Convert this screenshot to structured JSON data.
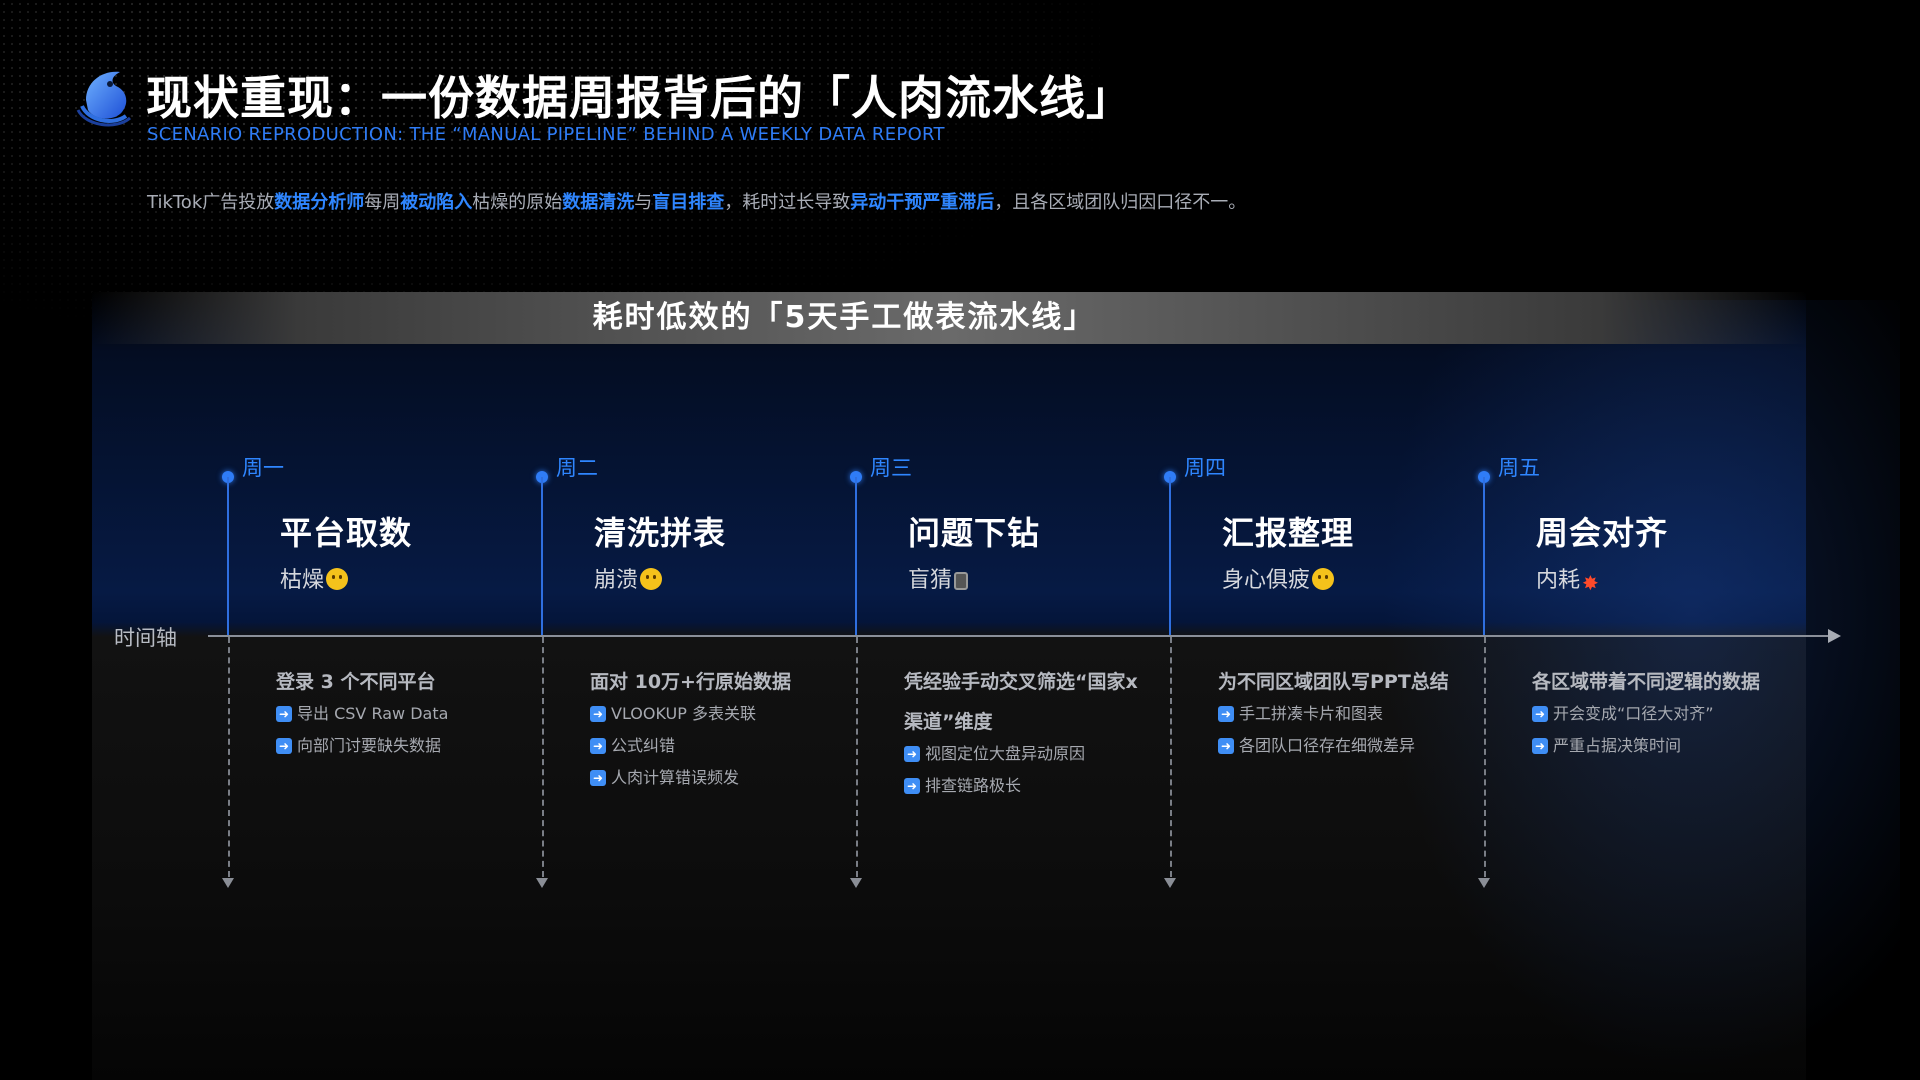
{
  "header": {
    "title": "现状重现：一份数据周报背后的「人肉流水线」",
    "subtitle": "SCENARIO REPRODUCTION: THE “MANUAL PIPELINE” BEHIND A WEEKLY DATA REPORT",
    "logo_icon": "blue-bird-logo-icon"
  },
  "intro": {
    "p1": "TikTok广告投放",
    "h1": "数据分析师",
    "p2": "每周",
    "h2": "被动陷入",
    "p3": "枯燥的原始",
    "h3": "数据清洗",
    "p4": "与",
    "h4": "盲目排查",
    "p5": "，耗时过长导致",
    "h5": "异动干预严重滞后",
    "p6": "，且各区域团队归因口径不一。"
  },
  "banner": {
    "title": "耗时低效的「5天手工做表流水线」"
  },
  "timeline": {
    "axis_label": "时间轴",
    "accent_color": "#2f7cf6",
    "columns": [
      {
        "day": "周一",
        "stage": "平台取数",
        "mood": "枯燥",
        "emoji": "thinking-face-icon",
        "desc": "登录 3 个不同平台",
        "bullets": [
          "导出 CSV Raw Data",
          "向部门讨要缺失数据"
        ]
      },
      {
        "day": "周二",
        "stage": "清洗拼表",
        "mood": "崩溃",
        "emoji": "exploding-head-icon",
        "desc": "面对 10万+行原始数据",
        "bullets": [
          "VLOOKUP 多表关联",
          "公式纠错",
          "人肉计算错误频发"
        ]
      },
      {
        "day": "周三",
        "stage": "问题下钻",
        "mood": "盲猜",
        "emoji": "watch-icon",
        "desc": "凭经验手动交叉筛选“国家x渠道”维度",
        "bullets": [
          "视图定位大盘异动原因",
          "排查链路极长"
        ]
      },
      {
        "day": "周四",
        "stage": "汇报整理",
        "mood": "身心俱疲",
        "emoji": "tired-face-icon",
        "desc": "为不同区域团队写PPT总结",
        "bullets": [
          "手工拼凑卡片和图表",
          "各团队口径存在细微差异"
        ]
      },
      {
        "day": "周五",
        "stage": "周会对齐",
        "mood": "内耗",
        "emoji": "collision-icon",
        "desc": "各区域带着不同逻辑的数据",
        "bullets": [
          "开会变成“口径大对齐”",
          "严重占据决策时间"
        ]
      }
    ]
  }
}
